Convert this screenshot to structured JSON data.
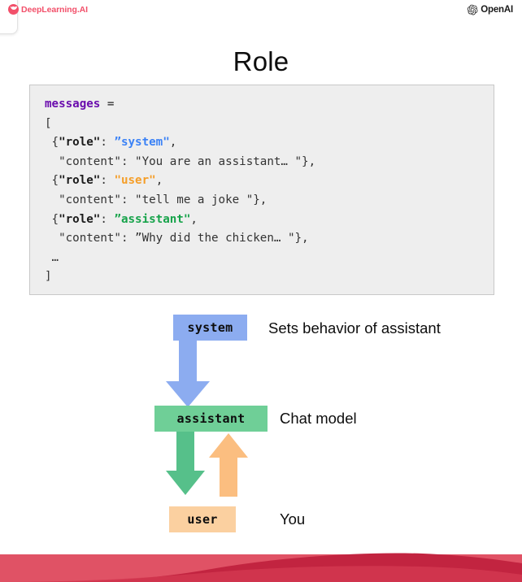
{
  "header": {
    "left_brand": "DeepLearning.AI",
    "left_brand_icon": "deeplearning-ai-logo-icon",
    "right_brand": "OpenAI",
    "right_brand_icon": "openai-logo-icon"
  },
  "title": "Role",
  "code": {
    "lines": [
      [
        {
          "t": "messages",
          "c": "var"
        },
        {
          "t": " ",
          "c": "plain"
        },
        {
          "t": "=",
          "c": "op"
        }
      ],
      [
        {
          "t": "[",
          "c": "plain"
        }
      ],
      [
        {
          "t": " {",
          "c": "plain"
        },
        {
          "t": "\"role\"",
          "c": "key"
        },
        {
          "t": ": ",
          "c": "plain"
        },
        {
          "t": "”system\"",
          "c": "system"
        },
        {
          "t": ",",
          "c": "plain"
        }
      ],
      [
        {
          "t": "  ",
          "c": "plain"
        },
        {
          "t": "\"content\"",
          "c": "plain"
        },
        {
          "t": ": \"You are an assistant… \"},",
          "c": "plain"
        }
      ],
      [
        {
          "t": " {",
          "c": "plain"
        },
        {
          "t": "\"role\"",
          "c": "key"
        },
        {
          "t": ": ",
          "c": "plain"
        },
        {
          "t": "\"user\"",
          "c": "user"
        },
        {
          "t": ",",
          "c": "plain"
        }
      ],
      [
        {
          "t": "  ",
          "c": "plain"
        },
        {
          "t": "\"content\"",
          "c": "plain"
        },
        {
          "t": ": \"tell me a joke \"},",
          "c": "plain"
        }
      ],
      [
        {
          "t": " {",
          "c": "plain"
        },
        {
          "t": "\"role\"",
          "c": "key"
        },
        {
          "t": ": ",
          "c": "plain"
        },
        {
          "t": "”assistant\"",
          "c": "assist"
        },
        {
          "t": ",",
          "c": "plain"
        }
      ],
      [
        {
          "t": "  ",
          "c": "plain"
        },
        {
          "t": "\"content\"",
          "c": "plain"
        },
        {
          "t": ": ”Why did the chicken… \"},",
          "c": "plain"
        }
      ],
      [
        {
          "t": " …",
          "c": "plain"
        }
      ],
      [
        {
          "t": "]",
          "c": "plain"
        }
      ]
    ]
  },
  "diagram": {
    "boxes": [
      {
        "label": "system",
        "caption": "Sets behavior of assistant",
        "color": "#8cacf0"
      },
      {
        "label": "assistant",
        "caption": "Chat model",
        "color": "#6fcf97"
      },
      {
        "label": "user",
        "caption": "You",
        "color": "#fbd0a0"
      }
    ],
    "arrows": [
      {
        "name": "system-to-assistant",
        "direction": "down",
        "color": "#8cacf0"
      },
      {
        "name": "assistant-to-user",
        "direction": "down",
        "color": "#6fcf97"
      },
      {
        "name": "user-to-assistant",
        "direction": "up",
        "color": "#fbd0a0"
      }
    ]
  },
  "footer": {
    "wave_color_back": "#e05265",
    "wave_color_front": "#c22440"
  }
}
